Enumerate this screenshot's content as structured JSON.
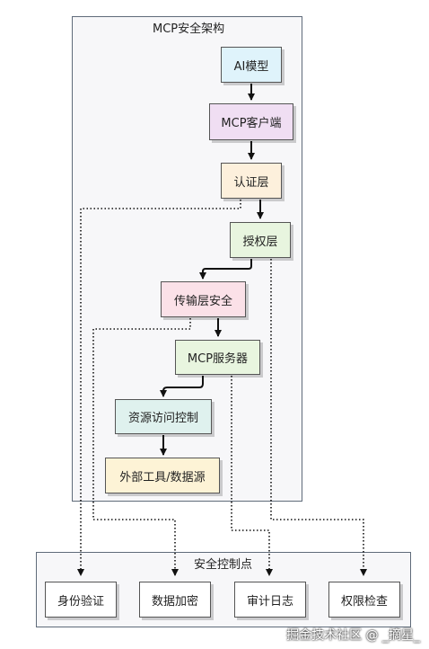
{
  "main_frame": {
    "title": "MCP安全架构"
  },
  "nodes": {
    "ai_model": {
      "label": "AI模型",
      "fill": "#dff3fb"
    },
    "mcp_client": {
      "label": "MCP客户端",
      "fill": "#f0def3"
    },
    "auth_layer": {
      "label": "认证层",
      "fill": "#fdf0dc"
    },
    "authz_layer": {
      "label": "授权层",
      "fill": "#e8f5df"
    },
    "transport_security": {
      "label": "传输层安全",
      "fill": "#fbe1e8"
    },
    "mcp_server": {
      "label": "MCP服务器",
      "fill": "#e8f5df"
    },
    "resource_access_control": {
      "label": "资源访问控制",
      "fill": "#dff1ee"
    },
    "external_tools": {
      "label": "外部工具/数据源",
      "fill": "#fdf3d6"
    }
  },
  "control_frame": {
    "title": "安全控制点"
  },
  "controls": {
    "identity_verification": "身份验证",
    "data_encryption": "数据加密",
    "audit_log": "审计日志",
    "permission_check": "权限检查"
  },
  "watermark": "掘金技术社区 @ _摘星_"
}
